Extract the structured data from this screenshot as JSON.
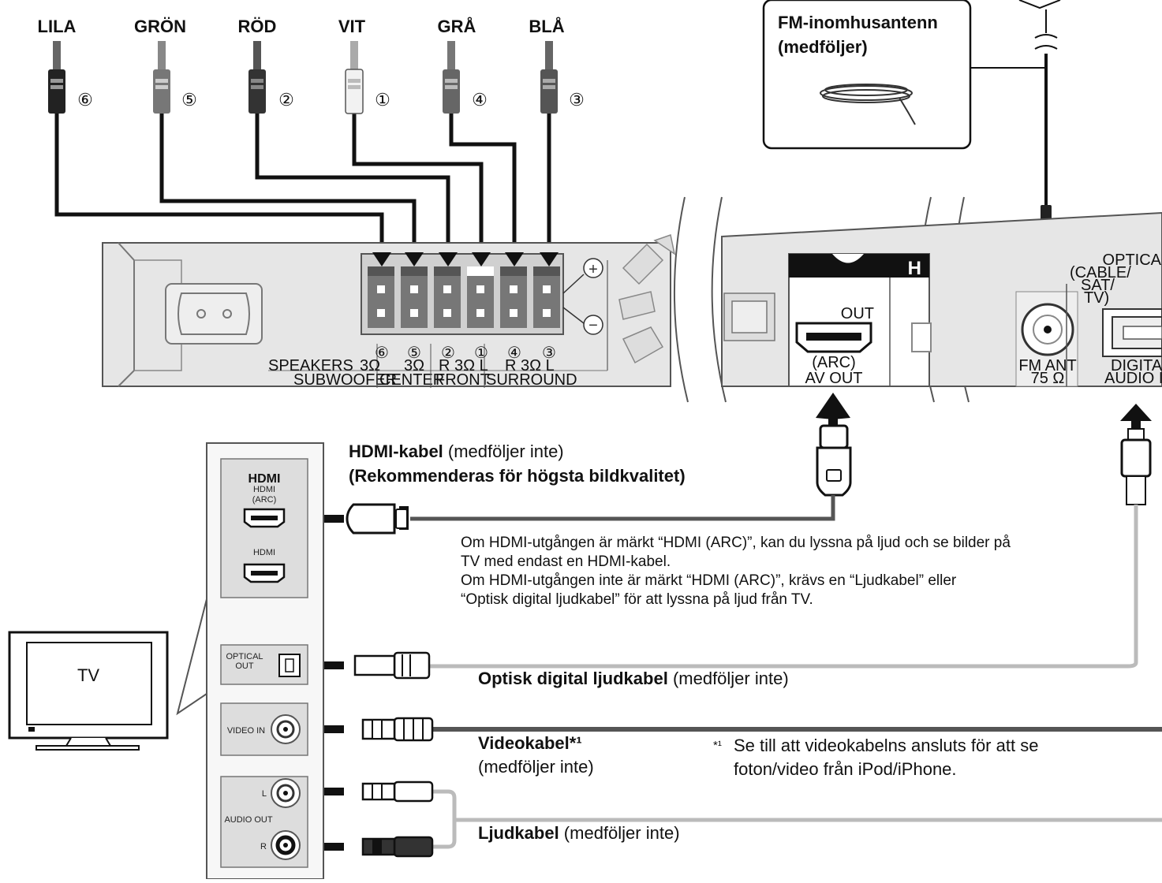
{
  "speaker_wires": [
    {
      "color_label": "LILA",
      "num": "⑥"
    },
    {
      "color_label": "GRÖN",
      "num": "⑤"
    },
    {
      "color_label": "RÖD",
      "num": "②"
    },
    {
      "color_label": "VIT",
      "num": "①"
    },
    {
      "color_label": "GRÅ",
      "num": "④"
    },
    {
      "color_label": "BLÅ",
      "num": "③"
    }
  ],
  "fm_box": {
    "line1": "FM-inomhusantenn",
    "line2": "(medföljer)"
  },
  "panel": {
    "speakers": "SPEAKERS",
    "subwoofer": "SUBWOOFER",
    "center": "CENTER",
    "front": "FRONT",
    "surround": "SURROUND",
    "plus": "+",
    "minus": "−",
    "term_nums": [
      "⑥",
      "⑤",
      "②",
      "①",
      "④",
      "③"
    ],
    "ohm_sub": "3Ω",
    "ohm_center": "3Ω",
    "front_ohm": "R 3Ω L",
    "surround_ohm": "R 3Ω L",
    "out": "OUT",
    "arc": "(ARC)",
    "av_out": "AV OUT",
    "hdmi_badge": "H",
    "fm_ant": "FM ANT",
    "fm_ohm": "75 Ω",
    "optical": "OPTICA",
    "cable": "(CABLE/",
    "sat": "SAT/",
    "tv_paren": "TV)",
    "digital": "DIGITA",
    "audio": "AUDIO I"
  },
  "tv": {
    "label": "TV",
    "hdmi_logo": "HDMI",
    "hdmi_label": "HDMI",
    "arc_label": "(ARC)",
    "hdmi2_label": "HDMI",
    "optical": "OPTICAL",
    "out": "OUT",
    "video_in": "VIDEO IN",
    "audio_out": "AUDIO OUT",
    "l": "L",
    "r": "R"
  },
  "hdmi_cable": {
    "bold": "HDMI-kabel",
    "normal": " (medföljer inte)",
    "recommend": "(Rekommenderas för högsta bildkvalitet)"
  },
  "arc_note": [
    "Om HDMI-utgången är märkt “HDMI (ARC)”, kan du lyssna på ljud och se bilder på",
    "TV med endast en HDMI-kabel.",
    "Om HDMI-utgången inte är märkt “HDMI (ARC)”, krävs en “Ljudkabel” eller",
    "“Optisk digital ljudkabel” för att lyssna på ljud från TV."
  ],
  "optical_cable": {
    "bold": "Optisk digital ljudkabel",
    "normal": " (medföljer inte)"
  },
  "video_cable": {
    "bold": "Videokabel*¹",
    "normal": "(medföljer inte)"
  },
  "footnote": {
    "mark": "*¹",
    "line1": "Se till att videokabelns ansluts för att se",
    "line2": "foton/video från iPod/iPhone."
  },
  "audio_cable": {
    "bold": "Ljudkabel",
    "normal": " (medföljer inte)"
  }
}
